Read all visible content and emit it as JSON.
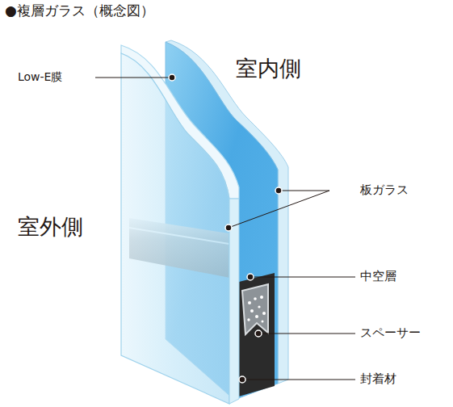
{
  "diagram": {
    "title": "●複層ガラス（概念図）",
    "labels": [
      "Low-E膜",
      "室内側",
      "室外側",
      "板ガラス",
      "中空層",
      "スペーサー",
      "封着材"
    ]
  }
}
